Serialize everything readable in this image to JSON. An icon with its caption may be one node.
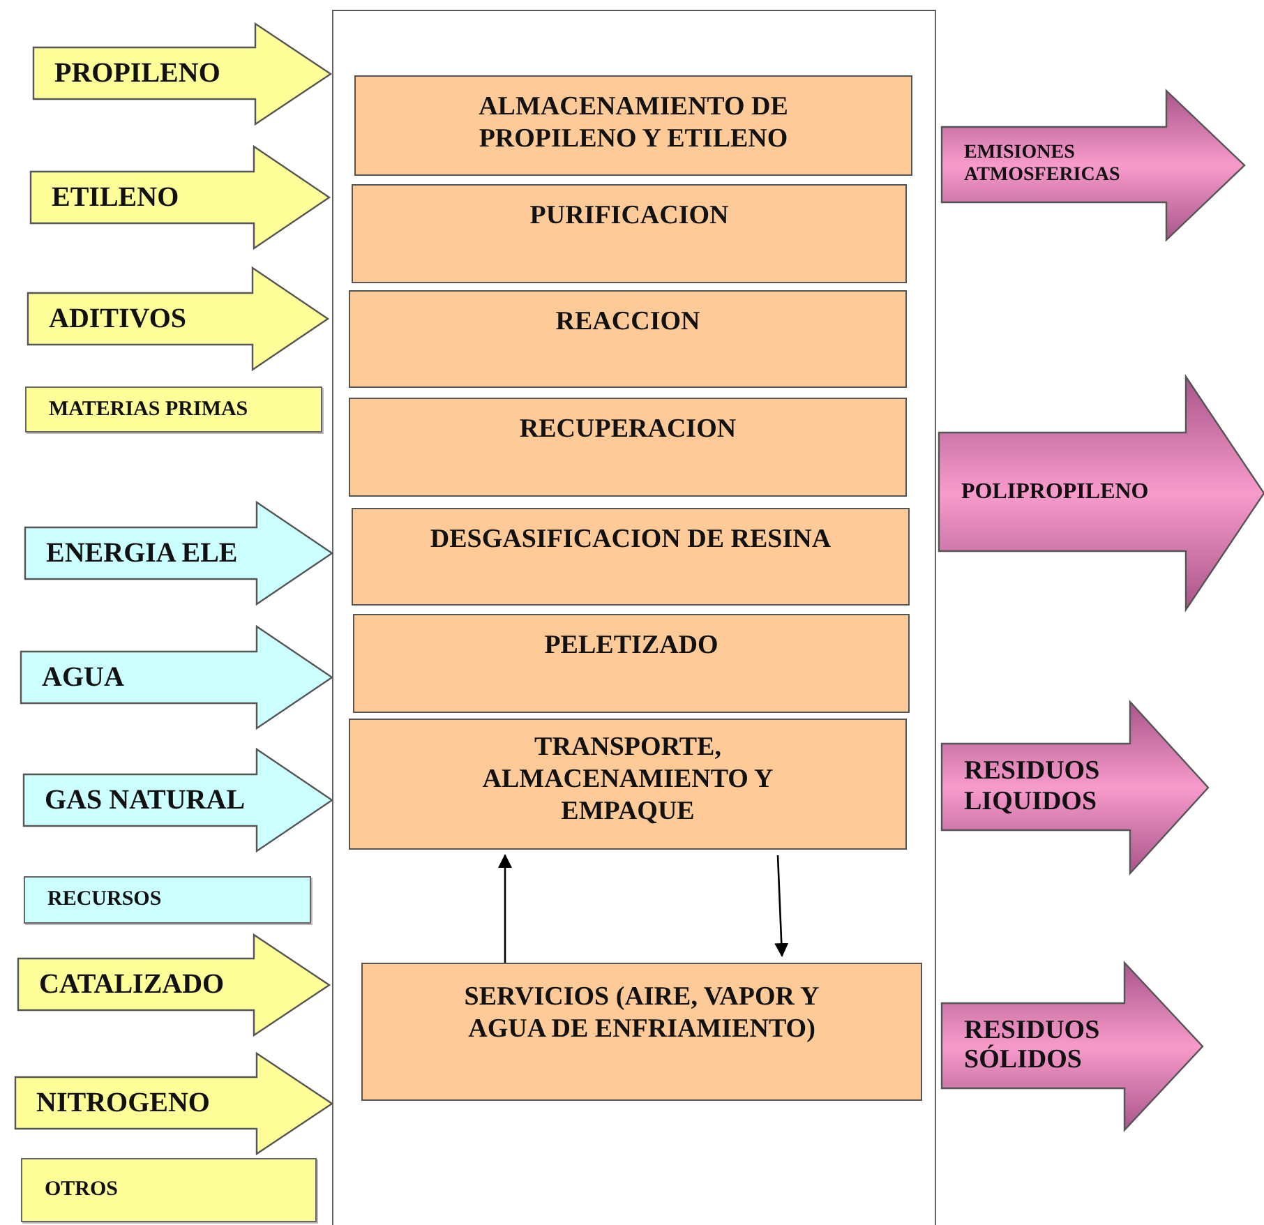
{
  "diagram": {
    "nodes": [
      {
        "text": [],
        "shape": "box"
      },
      {
        "text": [
          "ALMACENAMIENTO DE PROPILENO Y ETILENO"
        ],
        "in": 0
      },
      {
        "text": [
          "PURIFICACION"
        ],
        "in": 0
      },
      {
        "text": [
          "REACCION"
        ],
        "in": 0
      },
      {
        "text": [
          "RECUPERACION"
        ],
        "in": 0
      },
      {
        "text": [
          "DESGASIFICACION DE RESINA"
        ],
        "in": 0
      },
      {
        "text": [
          "PELETIZADO"
        ],
        "in": 0
      },
      {
        "text": [
          "TRANSPORTE, ALMACENAMIENTO Y EMPAQUE"
        ],
        "in": 0
      },
      {
        "text": [
          "SERVICIOS (AIRE, VAPOR Y AGUA DE ENFRIAMIENTO)"
        ],
        "in": 0
      },
      {
        "text": [
          "PROPILENO"
        ]
      },
      {
        "text": [
          "ETILENO"
        ]
      },
      {
        "text": [
          "ADITIVOS"
        ]
      },
      {
        "text": [
          "MATERIAS PRIMAS"
        ]
      },
      {
        "text": [
          "ENERGIA ELE"
        ]
      },
      {
        "text": [
          "AGUA"
        ]
      },
      {
        "text": [
          "GAS NATURAL"
        ]
      },
      {
        "text": [
          "RECURSOS"
        ]
      },
      {
        "text": [
          "CATALIZADO"
        ]
      },
      {
        "text": [
          "NITROGENO"
        ]
      },
      {
        "text": [
          "OTROS"
        ]
      },
      {
        "text": [
          "EMISIONES ATMOSFERICAS"
        ]
      },
      {
        "text": [
          "POLIPROPILENO"
        ]
      },
      {
        "text": [
          "RESIDUOS LIQUIDOS"
        ]
      },
      {
        "text": [
          "RESIDUOS SÓLIDOS"
        ]
      }
    ],
    "edges": [
      {
        "from": 8,
        "to": 7,
        "arrow": "to"
      },
      {
        "from": 7,
        "to": 8,
        "arrow": "to"
      }
    ]
  }
}
